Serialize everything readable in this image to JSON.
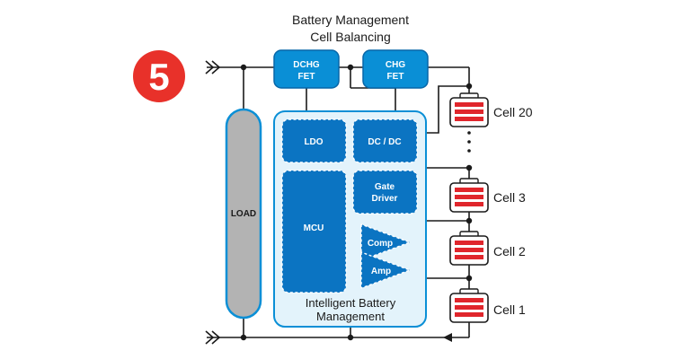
{
  "title": {
    "line1": "Battery Management",
    "line2": "Cell Balancing"
  },
  "step_badge": "5",
  "load_label": "LOAD",
  "fets": {
    "dchg": {
      "line1": "DCHG",
      "line2": "FET"
    },
    "chg": {
      "line1": "CHG",
      "line2": "FET"
    }
  },
  "bms": {
    "ldo": "LDO",
    "dcdc": "DC / DC",
    "gate_driver": {
      "line1": "Gate",
      "line2": "Driver"
    },
    "mcu": "MCU",
    "comp": "Comp",
    "amp": "Amp",
    "caption": {
      "line1": "Intelligent Battery",
      "line2": "Management"
    }
  },
  "cells": [
    "Cell 20",
    "Cell 3",
    "Cell 2",
    "Cell 1"
  ],
  "colors": {
    "accent_blue": "#0a8fd6",
    "block_blue": "#0b74c2",
    "panel_fill": "#e3f3fb",
    "load_gray": "#b3b3b3",
    "cell_red": "#e0262c",
    "badge_red": "#e8312a",
    "wire": "#1a1a1a"
  }
}
